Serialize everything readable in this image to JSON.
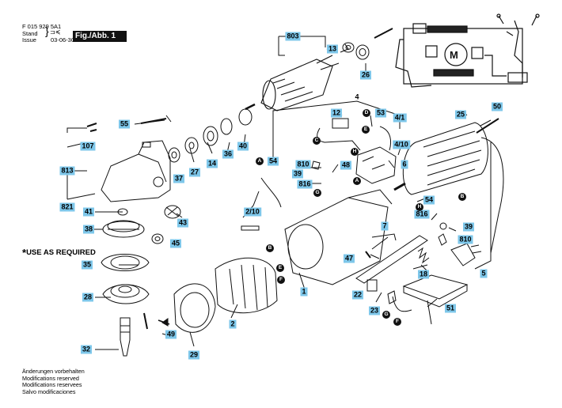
{
  "header": {
    "doc_number": "F 015 929 5A1",
    "stand_label": "Stand",
    "issue_label": "Issue",
    "issue_date": "03-06-30",
    "figure_label": "Fig./Abb. 1"
  },
  "note": {
    "star": "*",
    "text": "USE AS REQUIRED"
  },
  "footer": [
    "Änderungen vorbehalten",
    "Modifications reserved",
    "Modifications reservees",
    "Salvo modificaciones"
  ],
  "schematic": {
    "motor_symbol": "M"
  },
  "part_labels": [
    "803",
    "13",
    "26",
    "4",
    "12",
    "53",
    "4/1",
    "4/10",
    "25",
    "50",
    "55",
    "107",
    "813",
    "821",
    "54",
    "810",
    "39",
    "48",
    "816",
    "6",
    "2/10",
    "41",
    "43",
    "38",
    "45",
    "7",
    "47",
    "18",
    "22",
    "23",
    "51",
    "5",
    "35",
    "28",
    "32",
    "29",
    "49",
    "2",
    "1",
    "40",
    "36",
    "14",
    "27",
    "37"
  ],
  "connector_letters": [
    "A",
    "D",
    "C",
    "E",
    "B",
    "F",
    "G",
    "H"
  ],
  "colors": {
    "label_fill": "#7ec7ea",
    "ink": "#111111"
  }
}
